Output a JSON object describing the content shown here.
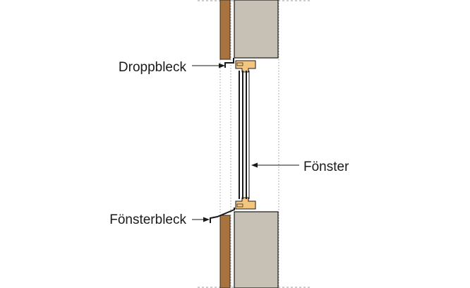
{
  "labels": {
    "droppbleck": "Droppbleck",
    "fonsterbleck": "Fönsterbleck",
    "fonster": "Fönster"
  },
  "colors": {
    "wood_cladding": "#a8733f",
    "masonry": "#c7c0b5",
    "frame": "#f4c57e",
    "line": "#1a1a1a",
    "dotted_guide": "#9a9a9a",
    "background": "#ffffff"
  }
}
